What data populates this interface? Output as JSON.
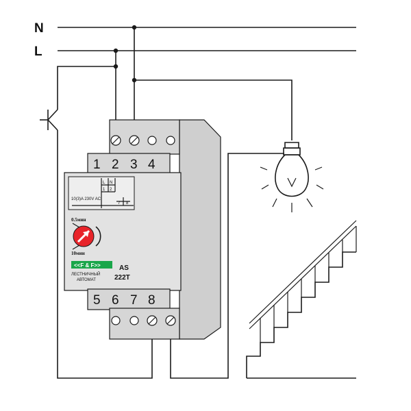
{
  "lines": {
    "neutral": "N",
    "live": "L"
  },
  "device": {
    "terminals_top": [
      "1",
      "2",
      "3",
      "4"
    ],
    "terminals_bottom": [
      "5",
      "6",
      "7",
      "8"
    ],
    "schematic": {
      "L": "L",
      "N": "N",
      "c1": "1",
      "c2": "2",
      "c7": "7",
      "c8": "8"
    },
    "rating": "10(3)A 230V AC",
    "time_min": "0.5мин",
    "time_max": "10мин",
    "brand": "<<F & F>>",
    "model_line1": "AS",
    "model_line2": "222T",
    "desc_line1": "ЛЕСТНИЧНЫЙ",
    "desc_line2": "АВТОМАТ"
  },
  "colors": {
    "brand_green": "#1aa64a",
    "knob_red": "#e8242a",
    "line": "#1a1a1a"
  }
}
